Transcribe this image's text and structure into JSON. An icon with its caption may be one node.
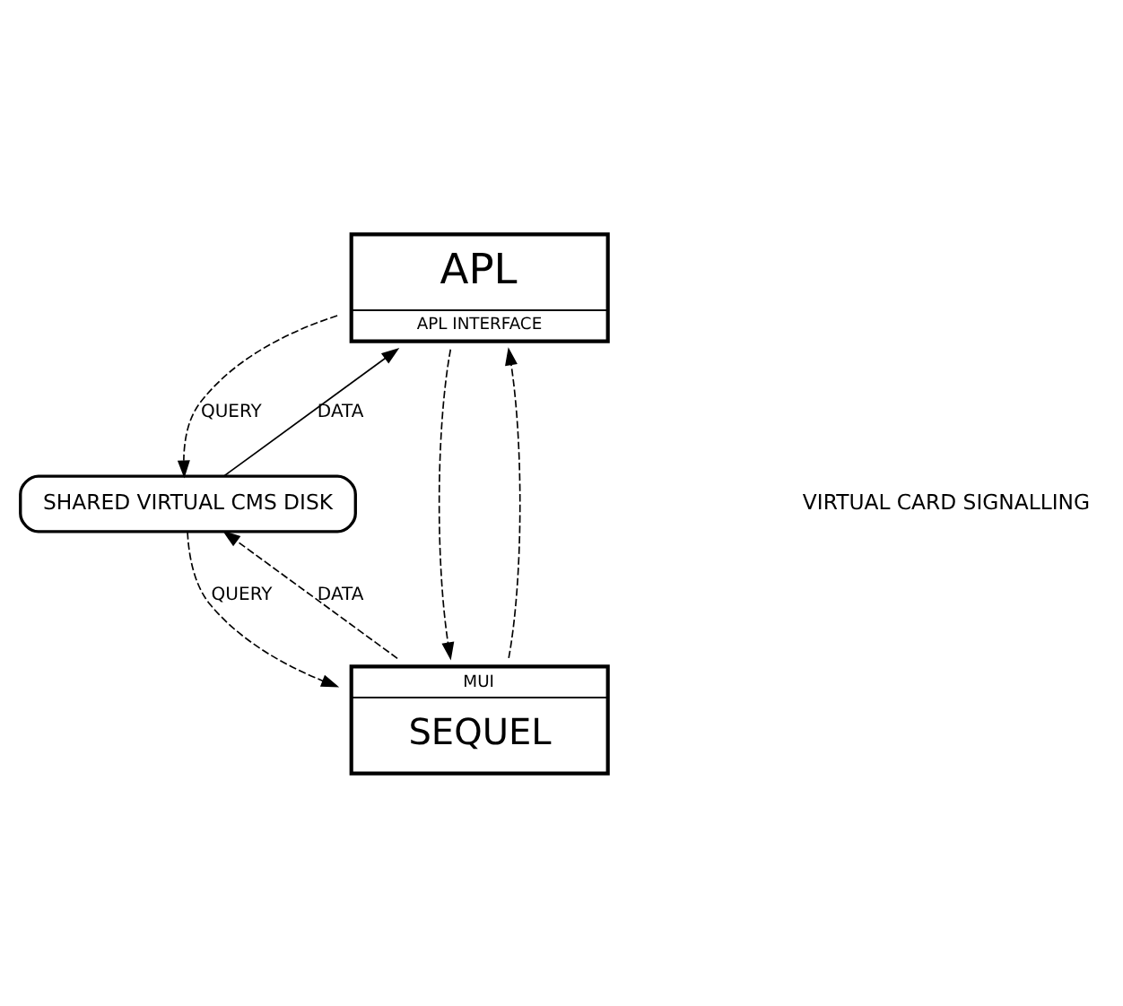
{
  "diagram": {
    "nodes": [
      {
        "text": [
          "APL",
          "APL INTERFACE"
        ]
      },
      {
        "text": [
          "SHARED VIRTUAL CMS DISK"
        ]
      },
      {
        "text": [
          "MUI",
          "SEQUEL"
        ]
      }
    ],
    "edges": [
      {
        "from": 0,
        "to": 1,
        "arrow": "to",
        "label": "QUERY",
        "style": "dashed"
      },
      {
        "from": 1,
        "to": 0,
        "arrow": "to",
        "label": "DATA"
      },
      {
        "from": 0,
        "to": 2,
        "arrow": "to",
        "style": "dashed"
      },
      {
        "from": 2,
        "to": 0,
        "arrow": "to",
        "style": "dashed"
      },
      {
        "from": 2,
        "to": 1,
        "arrow": "to",
        "label": "DATA",
        "style": "dashed"
      },
      {
        "from": 1,
        "to": 2,
        "arrow": "to",
        "label": "QUERY",
        "style": "dashed"
      }
    ],
    "labels": [
      "VIRTUAL CARD SIGNALLING"
    ]
  }
}
